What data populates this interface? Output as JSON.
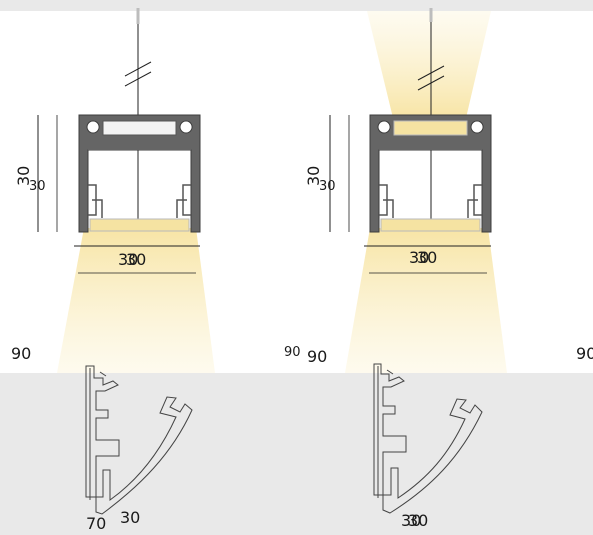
{
  "colors": {
    "background": "#ffffff",
    "band": "#e9e9e9",
    "profile": "#646464",
    "light_warm": "#f7e9ad",
    "dimension_line": "#222222"
  },
  "labels": {
    "p1_height_a": "30",
    "p1_height_b": "30",
    "p1_width_a": "30",
    "p1_width_b": "30",
    "p1_angle": "90",
    "p2_height_a": "30",
    "p2_height_b": "30",
    "p2_width_a": "30",
    "p2_width_b": "30",
    "p2_angle_a": "90",
    "p2_angle_b": "90",
    "p3_angle": "90",
    "b1_a": "70",
    "b1_b": "30",
    "b2_a": "30",
    "b2_b": "30"
  }
}
